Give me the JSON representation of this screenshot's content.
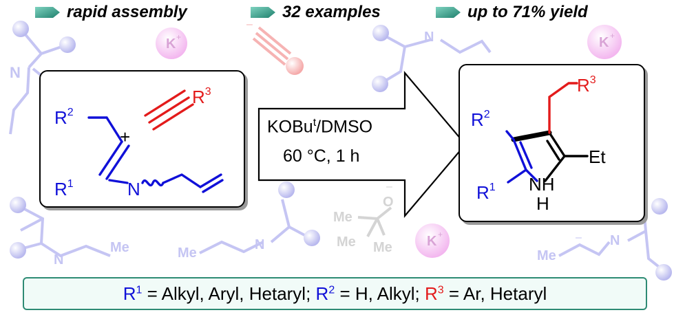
{
  "highlights": [
    "rapid assembly",
    "32 examples",
    "up to 71% yield"
  ],
  "background": {
    "cation": "K",
    "cation_charge": "+",
    "anion_charge": "–",
    "imine_n": "N",
    "methyl": "Me",
    "alkoxide_o": "O"
  },
  "reactants": {
    "r1": "R",
    "r1_sup": "1",
    "r2": "R",
    "r2_sup": "2",
    "r3": "R",
    "r3_sup": "3",
    "n": "N",
    "plus": "+"
  },
  "conditions": {
    "reagent": "KOBu",
    "reagent_sup": "t",
    "solvent": "/DMSO",
    "temp_time": "60 °C, 1 h"
  },
  "product": {
    "r1": "R",
    "r1_sup": "1",
    "r2": "R",
    "r2_sup": "2",
    "r3": "R",
    "r3_sup": "3",
    "nh": "NH",
    "n": "N",
    "h": "H",
    "et": "Et"
  },
  "footer": {
    "r1": "R",
    "r1_sup": "1",
    "r1_def": " = Alkyl, Aryl, Hetaryl; ",
    "r2": "R",
    "r2_sup": "2",
    "r2_def": " = H, Alkyl; ",
    "r3": "R",
    "r3_sup": "3",
    "r3_def": " = Ar, Hetaryl"
  },
  "colors": {
    "blue": "#1010d8",
    "red": "#e31b1b",
    "faded_blue": "#c5c5f3",
    "faded_red": "#f6b3b3",
    "pink": "#f5c4f1",
    "teal": "#2e8b74"
  }
}
